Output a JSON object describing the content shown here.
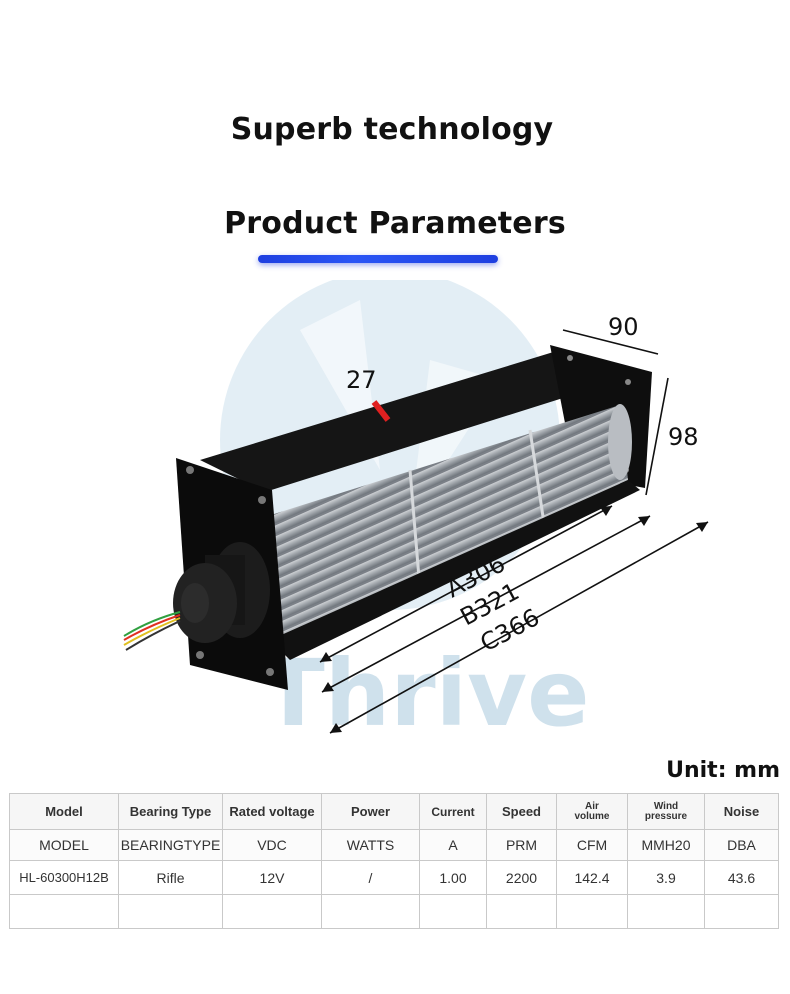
{
  "headings": {
    "superb": "Superb technology",
    "params": "Product Parameters"
  },
  "dimensions": {
    "width": "90",
    "height": "98",
    "gap": "27",
    "a": "A306",
    "b": "B321",
    "c": "C366"
  },
  "watermark": "Thrive",
  "unit_label": "Unit: mm",
  "table": {
    "headers": [
      "Model",
      "Bearing Type",
      "Rated voltage",
      "Power",
      "Current",
      "Speed",
      "Air volume",
      "Wind pressure",
      "Noise"
    ],
    "units": [
      "MODEL",
      "BEARINGTYPE",
      "VDC",
      "WATTS",
      "A",
      "PRM",
      "CFM",
      "MMH20",
      "DBA"
    ],
    "values": [
      "HL-60300H12B",
      "Rifle",
      "12V",
      "/",
      "1.00",
      "2200",
      "142.4",
      "3.9",
      "43.6"
    ]
  },
  "colors": {
    "accent_bar": "#1e3fe0",
    "watermark": "#cfe1ec",
    "arrow_marker": "#e02020"
  }
}
